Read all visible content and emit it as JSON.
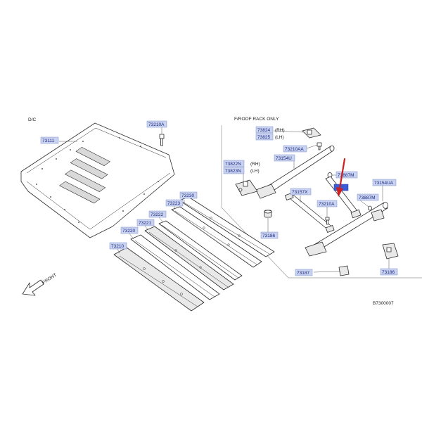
{
  "header": {
    "model_code": "D/C"
  },
  "rack_section": {
    "title": "F/ROOF  RACK  ONLY"
  },
  "footer": {
    "diagram_code": "B7300007",
    "front_label": "FRONT"
  },
  "labels": {
    "p73111": "73111",
    "p73210A_top": "73210A",
    "p73824": "73824",
    "p73825": "73825",
    "rh_1": "(RH)",
    "lh_1": "(LH)",
    "p73210AA": "73210AA",
    "p73154U": "73154U",
    "p73822N": "73822N",
    "p73823N": "73823N",
    "rh_2": "(RH)",
    "lh_2": "(LH)",
    "p73887M_top": "73887M",
    "p73154UA": "73154UA",
    "p73157X": "73157X",
    "p73887M_right": "73887M",
    "p73210A_mid": "73210A",
    "p73186_left": "73186",
    "p73187": "73187",
    "p73186_right": "73186",
    "p73230": "73230",
    "p73223": "73223",
    "p73222": "73222",
    "p73221": "73221",
    "p73220": "73220",
    "p73210": "73210",
    "highlighted": ""
  },
  "colors": {
    "label_fill": "#c9d2ee",
    "label_text": "#1c2a86",
    "highlight_fill": "#3b5bd6",
    "arrow": "#cc1f1f"
  }
}
